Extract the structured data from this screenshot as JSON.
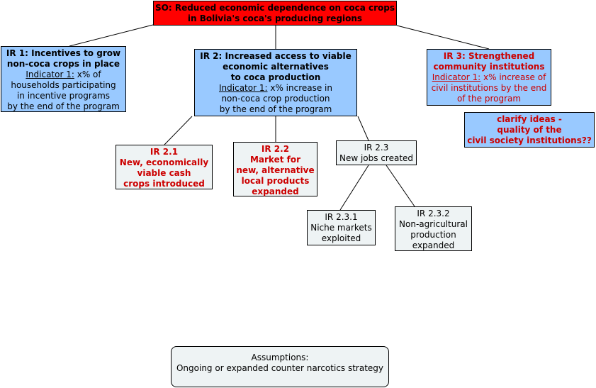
{
  "so": {
    "line1": "SO: Reduced economic dependence on coca crops",
    "line2": "in Bolivia's coca's producing regions"
  },
  "ir1": {
    "title1": "IR 1: Incentives to grow",
    "title2": "non-coca crops in place",
    "indicator_label": "Indicator 1:",
    "indicator_text1": " x% of",
    "line2": "households participating",
    "line3": "in incentive programs",
    "line4": "by the end of the program"
  },
  "ir2": {
    "title1": "IR 2: Increased access to viable",
    "title2": "economic alternatives",
    "title3": "to coca production",
    "indicator_label": "Indicator 1:",
    "indicator_text1": " x% increase in",
    "line2": "non-coca crop production",
    "line3": "by the end of the program"
  },
  "ir3": {
    "title1": "IR 3: Strengthened",
    "title2": "community institutions",
    "indicator_label": "Indicator 1:",
    "indicator_text1": "  x% increase of",
    "line2": "civil institutions by the end",
    "line3": "of the program"
  },
  "clarify": {
    "line1": "clarify ideas -",
    "line2": "quality of the",
    "line3": "civil society institutions??"
  },
  "ir21": {
    "line1": "IR 2.1",
    "line2": "New, economically",
    "line3": "viable cash",
    "line4": "crops introduced"
  },
  "ir22": {
    "line1": "IR 2.2",
    "line2": "Market for",
    "line3": "new, alternative",
    "line4": "local products",
    "line5": "expanded"
  },
  "ir23": {
    "line1": "IR 2.3",
    "line2": "New jobs created"
  },
  "ir231": {
    "line1": "IR 2.3.1",
    "line2": "Niche markets",
    "line3": "exploited"
  },
  "ir232": {
    "line1": "IR 2.3.2",
    "line2": "Non-agricultural",
    "line3": "production",
    "line4": "expanded"
  },
  "assumptions": {
    "line1": "Assumptions:",
    "line2": "Ongoing or expanded counter narcotics strategy"
  }
}
